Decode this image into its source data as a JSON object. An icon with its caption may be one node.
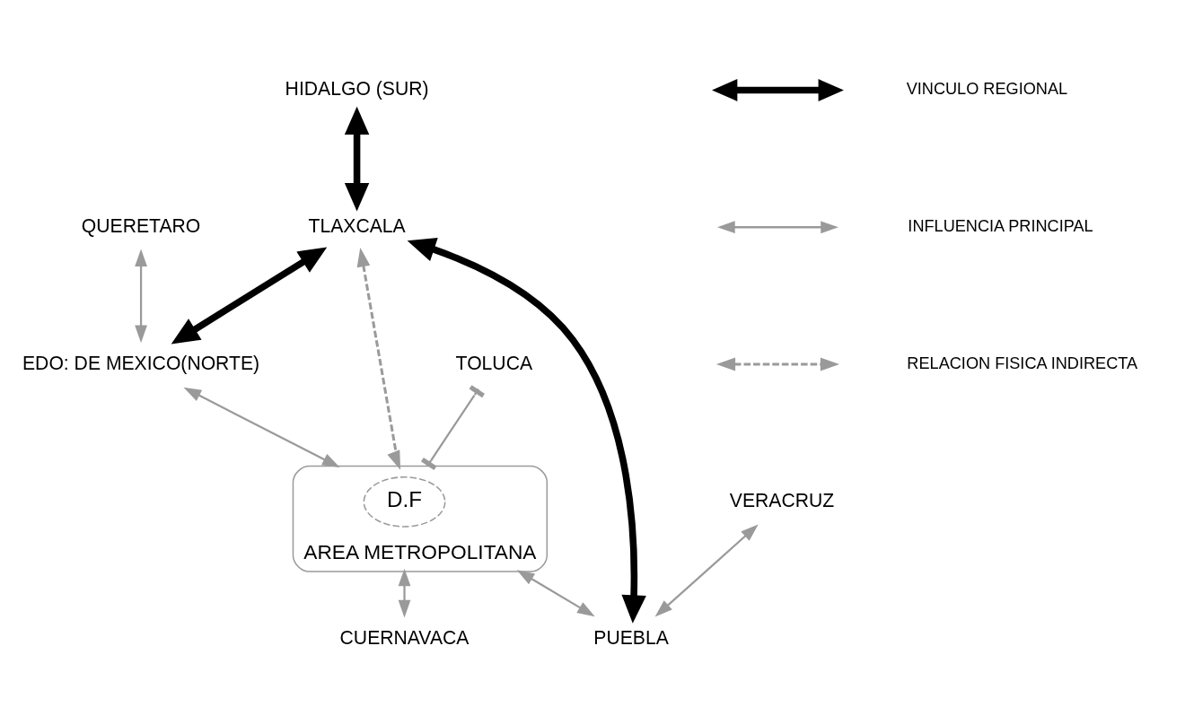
{
  "diagram": {
    "nodes": [
      {
        "text": [
          "QUERETARO"
        ]
      },
      {
        "text": [
          "HIDALGO (SUR)"
        ]
      },
      {
        "text": [
          "TLAXCALA"
        ]
      },
      {
        "text": [
          "EDO: DE MEXICO(NORTE)"
        ]
      },
      {
        "text": [
          "VERACRUZ"
        ]
      },
      {
        "text": [
          "PUEBLA"
        ]
      },
      {
        "text": [
          "AREA METROPOLITANA"
        ]
      },
      {
        "text": [
          "D.F"
        ],
        "in": 6
      },
      {
        "text": [
          "TOLUCA"
        ]
      },
      {
        "text": [
          "CUERNAVACA"
        ]
      }
    ],
    "edges": [
      {
        "from": 0,
        "to": 3,
        "arrow": "both"
      },
      {
        "from": 1,
        "to": 2,
        "arrow": "both",
        "style": "thick",
        "color": "#000000"
      },
      {
        "from": 2,
        "to": 3,
        "arrow": "both",
        "style": "thick",
        "color": "#000000"
      },
      {
        "from": 2,
        "to": 5,
        "arrow": "both",
        "style": "thick",
        "color": "#000000"
      },
      {
        "from": 3,
        "to": 6,
        "arrow": "both"
      },
      {
        "from": 2,
        "to": 6,
        "arrow": "both",
        "style": "dashed"
      },
      {
        "from": 6,
        "to": 5,
        "arrow": "both"
      },
      {
        "from": 4,
        "to": 5,
        "arrow": "both"
      },
      {
        "from": 8,
        "to": 6,
        "arrow": "other"
      },
      {
        "from": 6,
        "to": 9,
        "arrow": "both"
      }
    ],
    "legend": [
      {
        "text": "VINCULO REGIONAL"
      },
      {
        "text": "INFLUENCIA PRINCIPAL"
      },
      {
        "text": "RELACION FISICA INDIRECTA"
      }
    ]
  }
}
